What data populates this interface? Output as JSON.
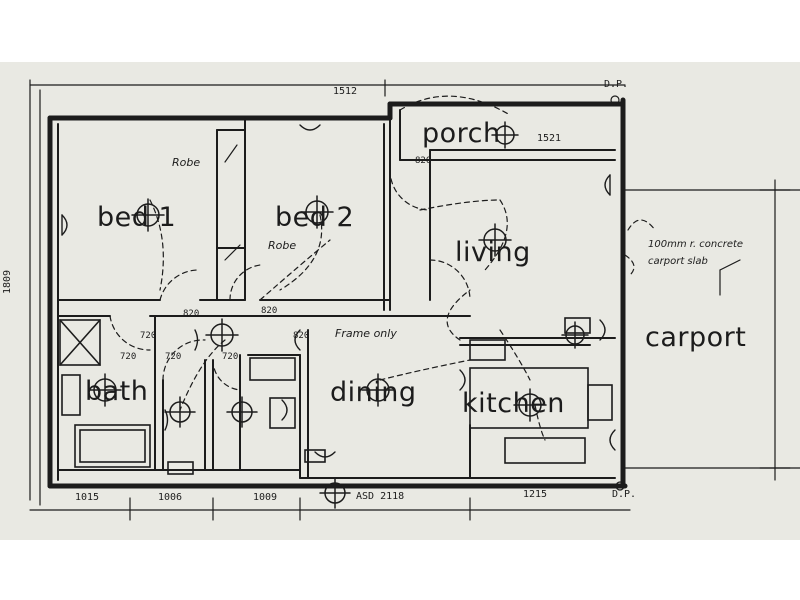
{
  "plan": {
    "rooms": {
      "bed1": "bed 1",
      "bed2": "bed 2",
      "porch": "porch",
      "living": "living",
      "bath": "bath",
      "dining": "dining",
      "kitchen": "kitchen",
      "carport": "carport"
    },
    "dimensions": {
      "top": "1512",
      "porch": "1521",
      "left_side": "1809",
      "bottom_1": "1015",
      "bottom_2": "1006",
      "bottom_3": "1009",
      "bottom_4": "ASD 2118",
      "bottom_5": "1215"
    },
    "door_tags": {
      "d720_a": "720",
      "d720_b": "720",
      "d720_c": "720",
      "d720_d": "720",
      "d820_a": "820",
      "d820_b": "820",
      "d820_c": "820",
      "d820_d": "820"
    },
    "markers": {
      "dp_top": "D.P.",
      "dp_bottom": "D.P."
    },
    "notes": {
      "robe_1": "Robe",
      "robe_2": "Robe",
      "frame_only": "Frame only",
      "carport_slab_1": "100mm r. concrete",
      "carport_slab_2": "carport slab"
    }
  },
  "colors": {
    "paper": "#e9e9e3",
    "ink": "#1c1c1c",
    "background": "#ffffff"
  }
}
